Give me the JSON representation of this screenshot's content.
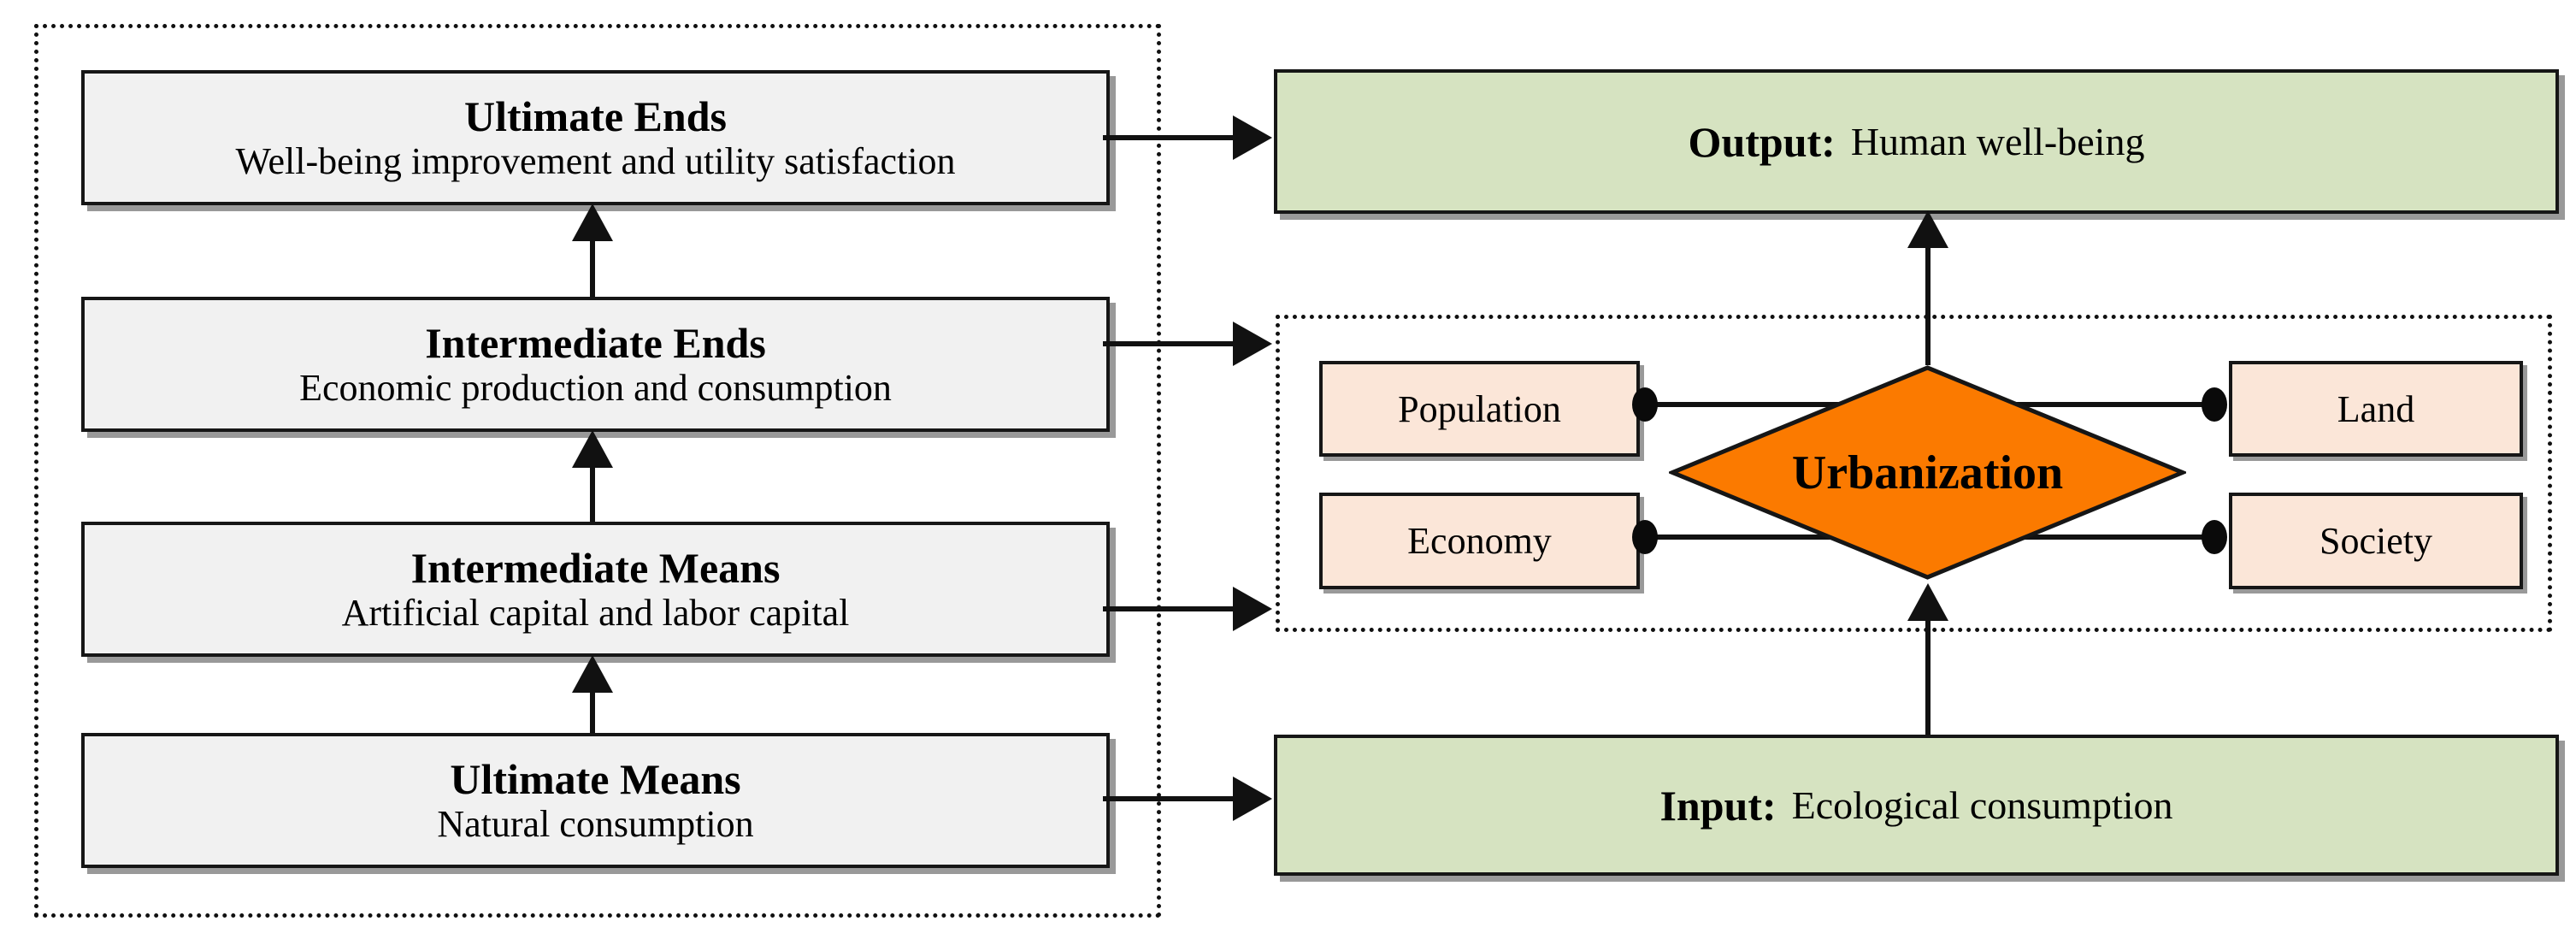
{
  "colors": {
    "green": "#d6e3c1",
    "peach": "#fbe6d8",
    "orange": "#fb7a00",
    "gray": "#f1f1f1",
    "line": "#111111"
  },
  "left_panel": {
    "boxes": [
      {
        "title": "Ultimate Ends",
        "subtitle": "Well-being improvement and utility satisfaction"
      },
      {
        "title": "Intermediate Ends",
        "subtitle": "Economic production and consumption"
      },
      {
        "title": "Intermediate Means",
        "subtitle": "Artificial capital and labor capital"
      },
      {
        "title": "Ultimate Means",
        "subtitle": "Natural consumption"
      }
    ]
  },
  "right_panel": {
    "output_label": "Output:",
    "output_text": "Human well-being",
    "input_label": "Input:",
    "input_text": "Ecological consumption",
    "urbanization_label": "Urbanization",
    "factors": {
      "top_left": "Population",
      "top_right": "Land",
      "bottom_left": "Economy",
      "bottom_right": "Society"
    }
  }
}
